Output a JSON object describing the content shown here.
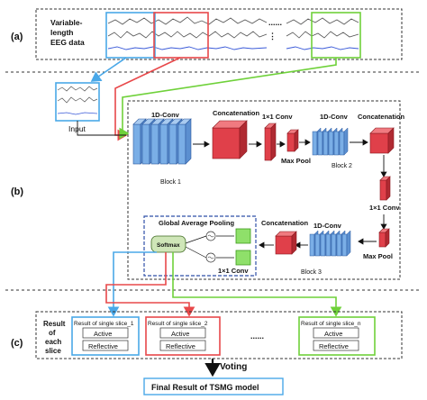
{
  "sections": {
    "a": "(a)",
    "b": "(b)",
    "c": "(c)"
  },
  "eeg": {
    "label_line1": "Variable-",
    "label_line2": "length",
    "label_line3": "EEG data",
    "ellipsis": "......"
  },
  "input": {
    "label": "Input"
  },
  "blocks": {
    "conv1d_a": "1D-Conv",
    "concat_a": "Concatenation",
    "conv1x1_a": "1×1 Conv",
    "maxpool_a": "Max Pool",
    "block1": "Block 1",
    "conv1d_b": "1D-Conv",
    "concat_b": "Concatenation",
    "block2": "Block 2",
    "conv1x1_b": "1×1 Conv",
    "maxpool_b": "Max Pool",
    "concat_c": "Concatenation",
    "conv1d_c": "1D-Conv",
    "block3": "Block 3",
    "gap": "Global Average Pooling",
    "softmax": "Softmax",
    "conv1x1_c": "1×1 Conv"
  },
  "results": {
    "side_line1": "Result",
    "side_line2": "of",
    "side_line3": "each",
    "side_line4": "slice",
    "slice1_title": "Result of single slice_1",
    "slice2_title": "Result of single slice_2",
    "slicen_title": "Result of single slice_n",
    "active": "Active",
    "reflective": "Reflective",
    "dots": "......"
  },
  "voting": "Voting",
  "final": "Final Result of TSMG model",
  "colors": {
    "blue": "#4aa8e8",
    "red": "#e8484a",
    "green": "#6fd13a",
    "conv_blue": "#7aaee6",
    "concat_red": "#e0404a",
    "gap_border": "#2f4fa8"
  }
}
